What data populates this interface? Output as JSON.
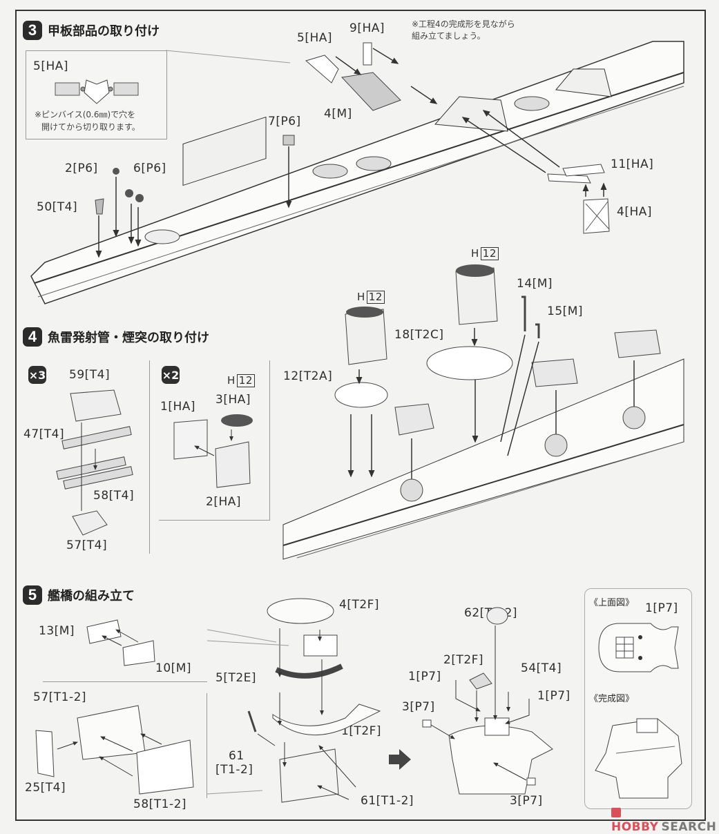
{
  "document": {
    "type": "model kit assembly instructions",
    "watermark": {
      "brand": "HOBBY",
      "suffix": "SEARCH",
      "brand_color": "#d9505a",
      "suffix_color": "#7a7a7a"
    }
  },
  "steps": [
    {
      "number": "3",
      "title": "甲板部品の取り付け",
      "note": "※工程4の完成形を見ながら\n組み立てましょう。",
      "detail_box": {
        "part": "5[HA]",
        "note_line1": "※ピンバイス(0.6㎜)で穴を",
        "note_line2": "開けてから切り取ります。"
      },
      "parts": [
        "5[HA]",
        "9[HA]",
        "4[M]",
        "7[P6]",
        "2[P6]",
        "6[P6]",
        "50[T4]",
        "11[HA]",
        "4[HA]"
      ]
    },
    {
      "number": "4",
      "title": "魚雷発射管・煙突の取り付け",
      "sub_a": {
        "multiplier": "×3",
        "parts": [
          "59[T4]",
          "47[T4]",
          "58[T4]",
          "57[T4]"
        ]
      },
      "sub_b": {
        "multiplier": "×2",
        "color_ref": {
          "letter": "H",
          "number": "12"
        },
        "parts": [
          "1[HA]",
          "3[HA]",
          "2[HA]"
        ]
      },
      "color_ref_letter": "H",
      "color_ref_number": "12",
      "parts": [
        "12[T2A]",
        "18[T2C]",
        "14[M]",
        "15[M]"
      ]
    },
    {
      "number": "5",
      "title": "艦橋の組み立て",
      "parts_a": [
        "13[M]",
        "10[M]"
      ],
      "parts_b": [
        "57[T1-2]",
        "25[T4]",
        "58[T1-2]"
      ],
      "parts_c": [
        "4[T2F]",
        "5[T2E]",
        "1[T2F]",
        "61",
        "[T1-2]",
        "61[T1-2]"
      ],
      "parts_d": [
        "62[T1-2]",
        "2[T2F]",
        "54[T4]",
        "1[P7]",
        "1[P7]",
        "3[P7]",
        "3[P7]"
      ],
      "top_view_label": "《上面図》",
      "top_view_part": "1[P7]",
      "complete_view_label": "《完成図》"
    }
  ]
}
